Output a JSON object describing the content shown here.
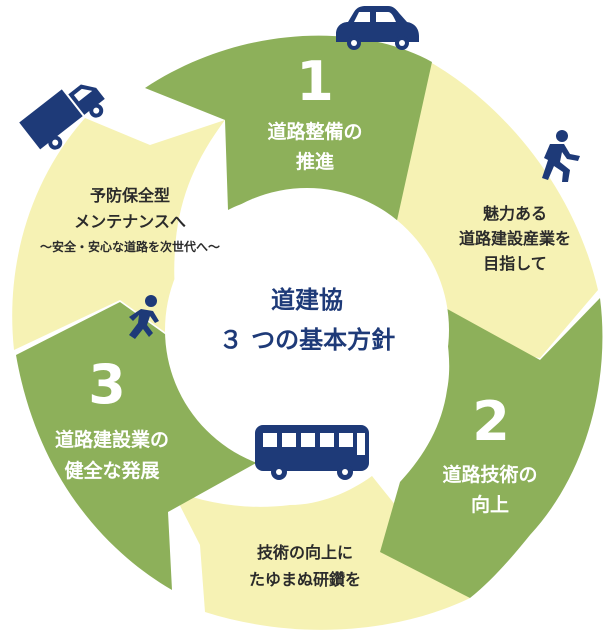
{
  "center": {
    "line1": "道建協",
    "line2": "３ つの基本方針"
  },
  "segments": [
    {
      "number": "1",
      "line1": "道路整備の",
      "line2": "推進"
    },
    {
      "line1": "魅力ある",
      "line2": "道路建設産業を",
      "line3": "目指して"
    },
    {
      "number": "2",
      "line1": "道路技術の",
      "line2": "向上"
    },
    {
      "line1": "技術の向上に",
      "line2": "たゆまぬ研鑽を"
    },
    {
      "number": "3",
      "line1": "道路建設業の",
      "line2": "健全な発展"
    },
    {
      "line1": "予防保全型",
      "line2": "メンテナンスへ",
      "line3": "～安全・安心な道路を次世代へ～"
    }
  ],
  "colors": {
    "green": "#8db05a",
    "cream": "#f6f2b4",
    "navy": "#1e3a78",
    "white": "#ffffff"
  },
  "icons": [
    "car-icon",
    "truck-icon",
    "bus-icon",
    "climbing-person-icon",
    "walking-person-icon"
  ]
}
